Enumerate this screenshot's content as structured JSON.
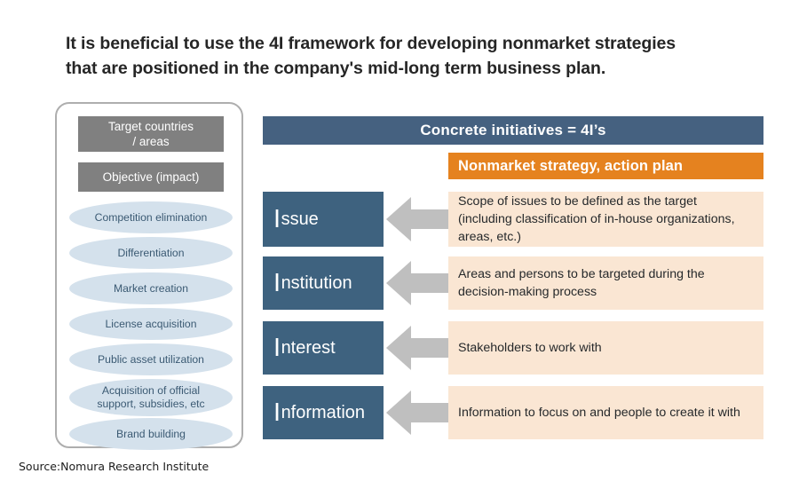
{
  "headline": {
    "line1": "It is beneficial to use the 4I framework for developing nonmarket strategies",
    "line2": "that are positioned in the company's mid-long term business plan."
  },
  "left_panel": {
    "gray_boxes": [
      {
        "label": "Target countries\n/ areas"
      },
      {
        "label": "Objective (impact)"
      }
    ],
    "ellipses": [
      {
        "label": "Competition elimination"
      },
      {
        "label": "Differentiation"
      },
      {
        "label": "Market creation"
      },
      {
        "label": "License acquisition"
      },
      {
        "label": "Public asset utilization"
      },
      {
        "label": "Acquisition of official\nsupport, subsidies, etc"
      },
      {
        "label": "Brand building"
      }
    ],
    "colors": {
      "gray_box_fill": "#808080",
      "ellipse_fill": "#d4e1ec",
      "ellipse_text": "#3b5a73",
      "border": "#aeaeae"
    }
  },
  "right_panel": {
    "concrete_header": "Concrete initiatives = 4I’s",
    "nonmarket_header": "Nonmarket strategy, action plan",
    "colors": {
      "header_blue": "#456180",
      "row_blue": "#3e627f",
      "orange": "#e5821f",
      "peach": "#fae6d3",
      "arrow_gray": "#bfbfbf"
    },
    "rows": [
      {
        "initial": "I",
        "rest": "ssue",
        "arrow": "left-arrow-icon",
        "description": "Scope of issues to be defined as the target (including classification of in-house organizations, areas, etc.)"
      },
      {
        "initial": "I",
        "rest": "nstitution",
        "arrow": "left-arrow-icon",
        "description": "Areas and persons to be targeted during the decision-making process"
      },
      {
        "initial": "I",
        "rest": "nterest",
        "arrow": "left-arrow-icon",
        "description": "Stakeholders to work with"
      },
      {
        "initial": "I",
        "rest": "nformation",
        "arrow": "left-arrow-icon",
        "description": "Information to focus on and people to create it with"
      }
    ]
  },
  "footer": {
    "source": "Source:Nomura Research Institute"
  }
}
